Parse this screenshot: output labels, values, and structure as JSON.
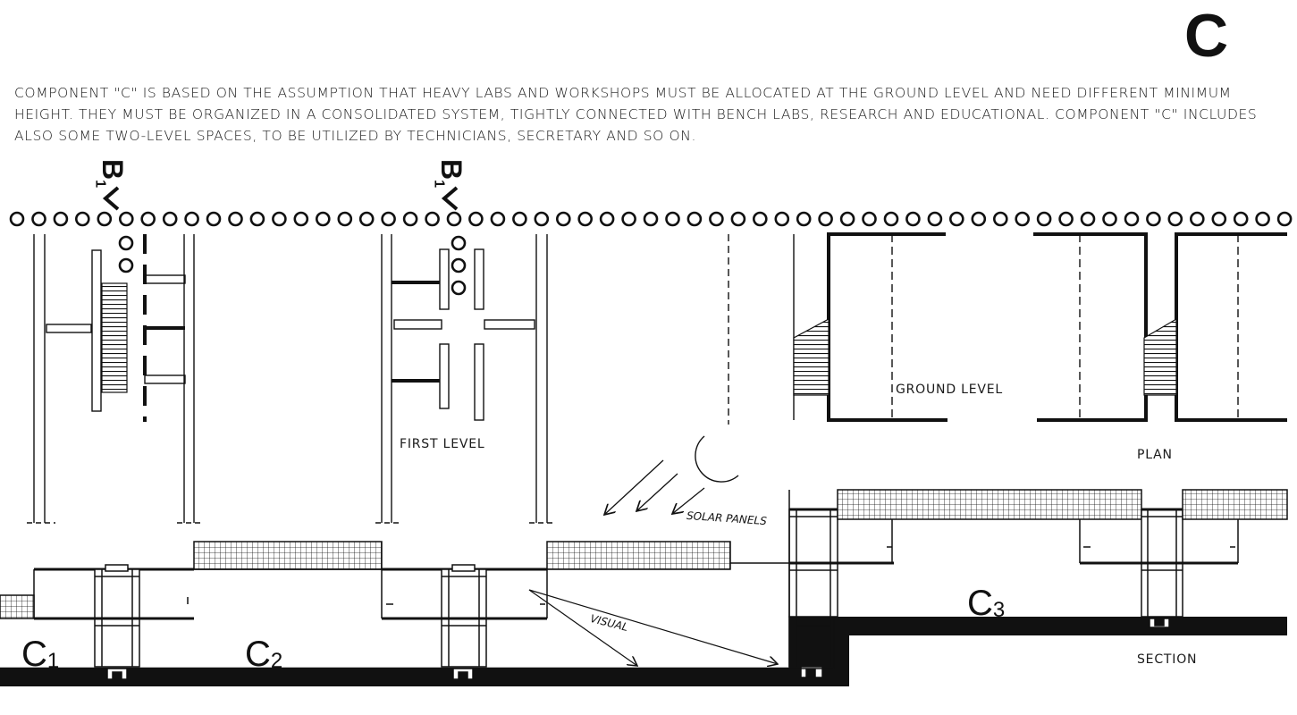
{
  "sheet_letter": "C",
  "description": "COMPONENT \"C\" IS BASED ON THE ASSUMPTION THAT HEAVY LABS AND WORKSHOPS MUST BE ALLOCATED AT THE GROUND LEVEL AND NEED DIFFERENT MINIMUM HEIGHT. THEY MUST BE ORGANIZED IN A CONSOLIDATED SYSTEM, TIGHTLY CONNECTED WITH BENCH LABS, RESEARCH AND EDUCATIONAL. COMPONENT \"C\" INCLUDES ALSO SOME TWO-LEVEL SPACES, TO BE UTILIZED BY TECHNICIANS, SECRETARY AND SO ON.",
  "section_marks": [
    {
      "letter": "B",
      "sub": "1"
    },
    {
      "letter": "B",
      "sub": "1"
    }
  ],
  "labels": {
    "first_level": "FIRST LEVEL",
    "ground_level": "GROUND LEVEL",
    "plan": "PLAN",
    "section": "SECTION",
    "solar_panels": "SOLAR PANELS",
    "visual": "VISUAL"
  },
  "components": [
    {
      "letter": "C",
      "sub": "1"
    },
    {
      "letter": "C",
      "sub": "2"
    },
    {
      "letter": "C",
      "sub": "3"
    }
  ]
}
